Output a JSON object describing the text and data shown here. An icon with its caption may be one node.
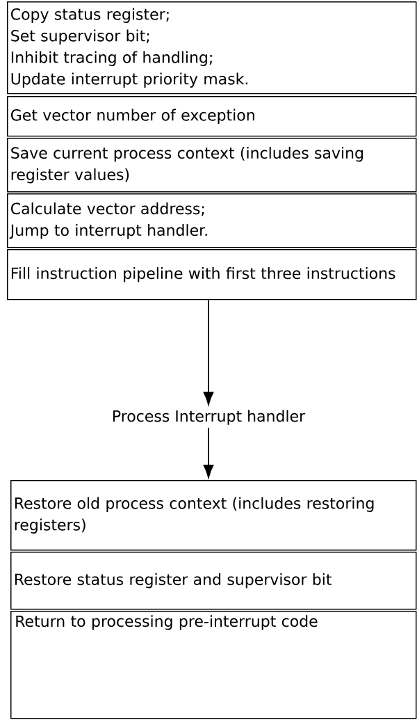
{
  "diagram": {
    "nodes": [
      {
        "text": [
          "Copy status register;",
          "Set supervisor bit;",
          "Inhibit tracing of handling;",
          "Update interrupt priority mask."
        ]
      },
      {
        "text": [
          "Get vector number of exception"
        ]
      },
      {
        "text": [
          "Save current process context (includes saving register values)"
        ]
      },
      {
        "text": [
          "Calculate vector address;",
          "Jump to interrupt handler."
        ]
      },
      {
        "text": [
          "Fill instruction pipeline with first three instructions"
        ]
      },
      {
        "text": [
          "Process Interrupt handler"
        ]
      },
      {
        "text": [
          "Restore old process context (includes restoring registers)"
        ]
      },
      {
        "text": [
          "Restore status register and supervisor bit"
        ]
      },
      {
        "text": [
          "Return to processing pre-interrupt code"
        ]
      }
    ],
    "edges": [
      {
        "from": 4,
        "to": 5,
        "arrow": "to"
      },
      {
        "from": 5,
        "to": 6,
        "arrow": "to"
      }
    ]
  }
}
